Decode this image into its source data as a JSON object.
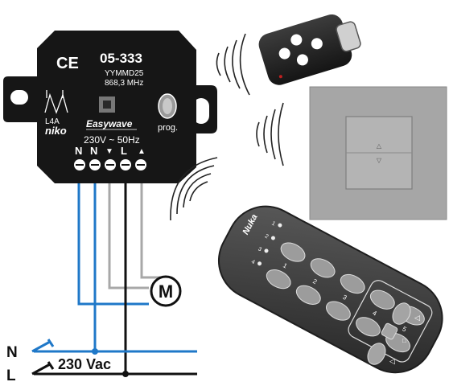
{
  "module": {
    "ce_mark": "CE",
    "model": "05-333",
    "date_code": "YYMMD25",
    "frequency": "868,3 MHz",
    "rating": "L4A",
    "brand": "niko",
    "system": "Easywave",
    "supply": "230V ~ 50Hz",
    "prog_label": "prog.",
    "terminals": [
      "N",
      "N",
      "▼",
      "L",
      "▲"
    ]
  },
  "remote": {
    "brand": "Nuka",
    "channels": [
      "1",
      "2",
      "3",
      "4",
      "5"
    ],
    "led_labels": [
      "1",
      "2",
      "3",
      "4"
    ]
  },
  "motor": {
    "label": "M"
  },
  "mains": {
    "neutral_label": "N",
    "live_label": "L",
    "voltage": "230 Vac"
  },
  "colors": {
    "neutral_wire": "#1f78c8",
    "live_wire": "#111111",
    "motor_wire": "#a8a8a8",
    "module_body": "#161616",
    "wall_switch": "#a6a6a6",
    "remote_body": "#3a3a3a"
  }
}
